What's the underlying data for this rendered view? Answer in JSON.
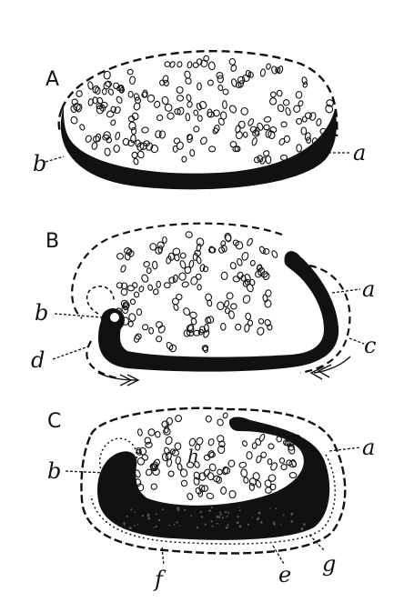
{
  "figure": {
    "panels": [
      {
        "id": "A",
        "title": "A",
        "labels": {
          "a": "a",
          "b": "b"
        }
      },
      {
        "id": "B",
        "title": "B",
        "labels": {
          "a": "a",
          "b": "b",
          "c": "c",
          "d": "d"
        }
      },
      {
        "id": "C",
        "title": "C",
        "labels": {
          "a": "a",
          "b": "b",
          "e": "e",
          "f": "f",
          "g": "g",
          "h": "h"
        }
      }
    ],
    "colors": {
      "ink": "#111111",
      "paper": "#ffffff"
    }
  }
}
